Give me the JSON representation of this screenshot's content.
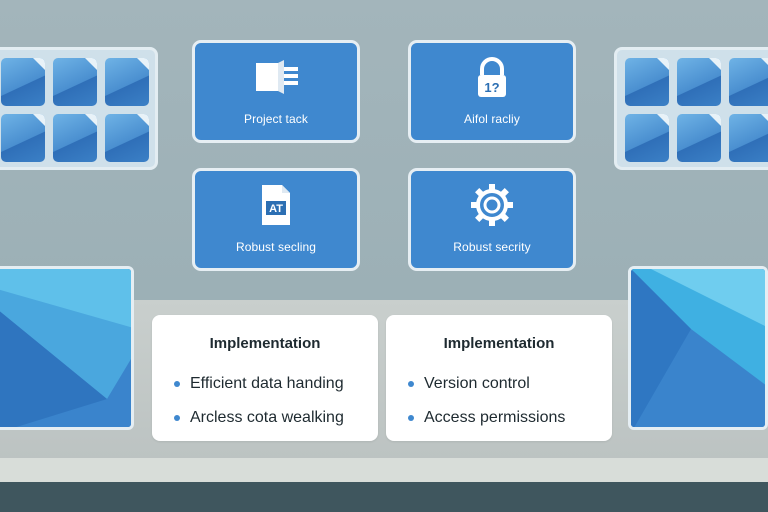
{
  "cards": [
    {
      "label": "Project tack",
      "icon": "document-stack-icon"
    },
    {
      "label": "Aifol racliy",
      "icon": "padlock-icon",
      "icon_text": "1?"
    },
    {
      "label": "Robust secling",
      "icon": "file-icon",
      "icon_text": "AT"
    },
    {
      "label": "Robust secrity",
      "icon": "gear-icon"
    }
  ],
  "implementation": [
    {
      "title": "Implementation",
      "items": [
        "Efficient data handing",
        "Arcless cota wealking"
      ]
    },
    {
      "title": "Implementation",
      "items": [
        "Version control",
        "Access permissions"
      ]
    }
  ],
  "colors": {
    "card_blue": "#3f88cf",
    "wall": "#9fb2b8",
    "floor": "#3f565e"
  }
}
